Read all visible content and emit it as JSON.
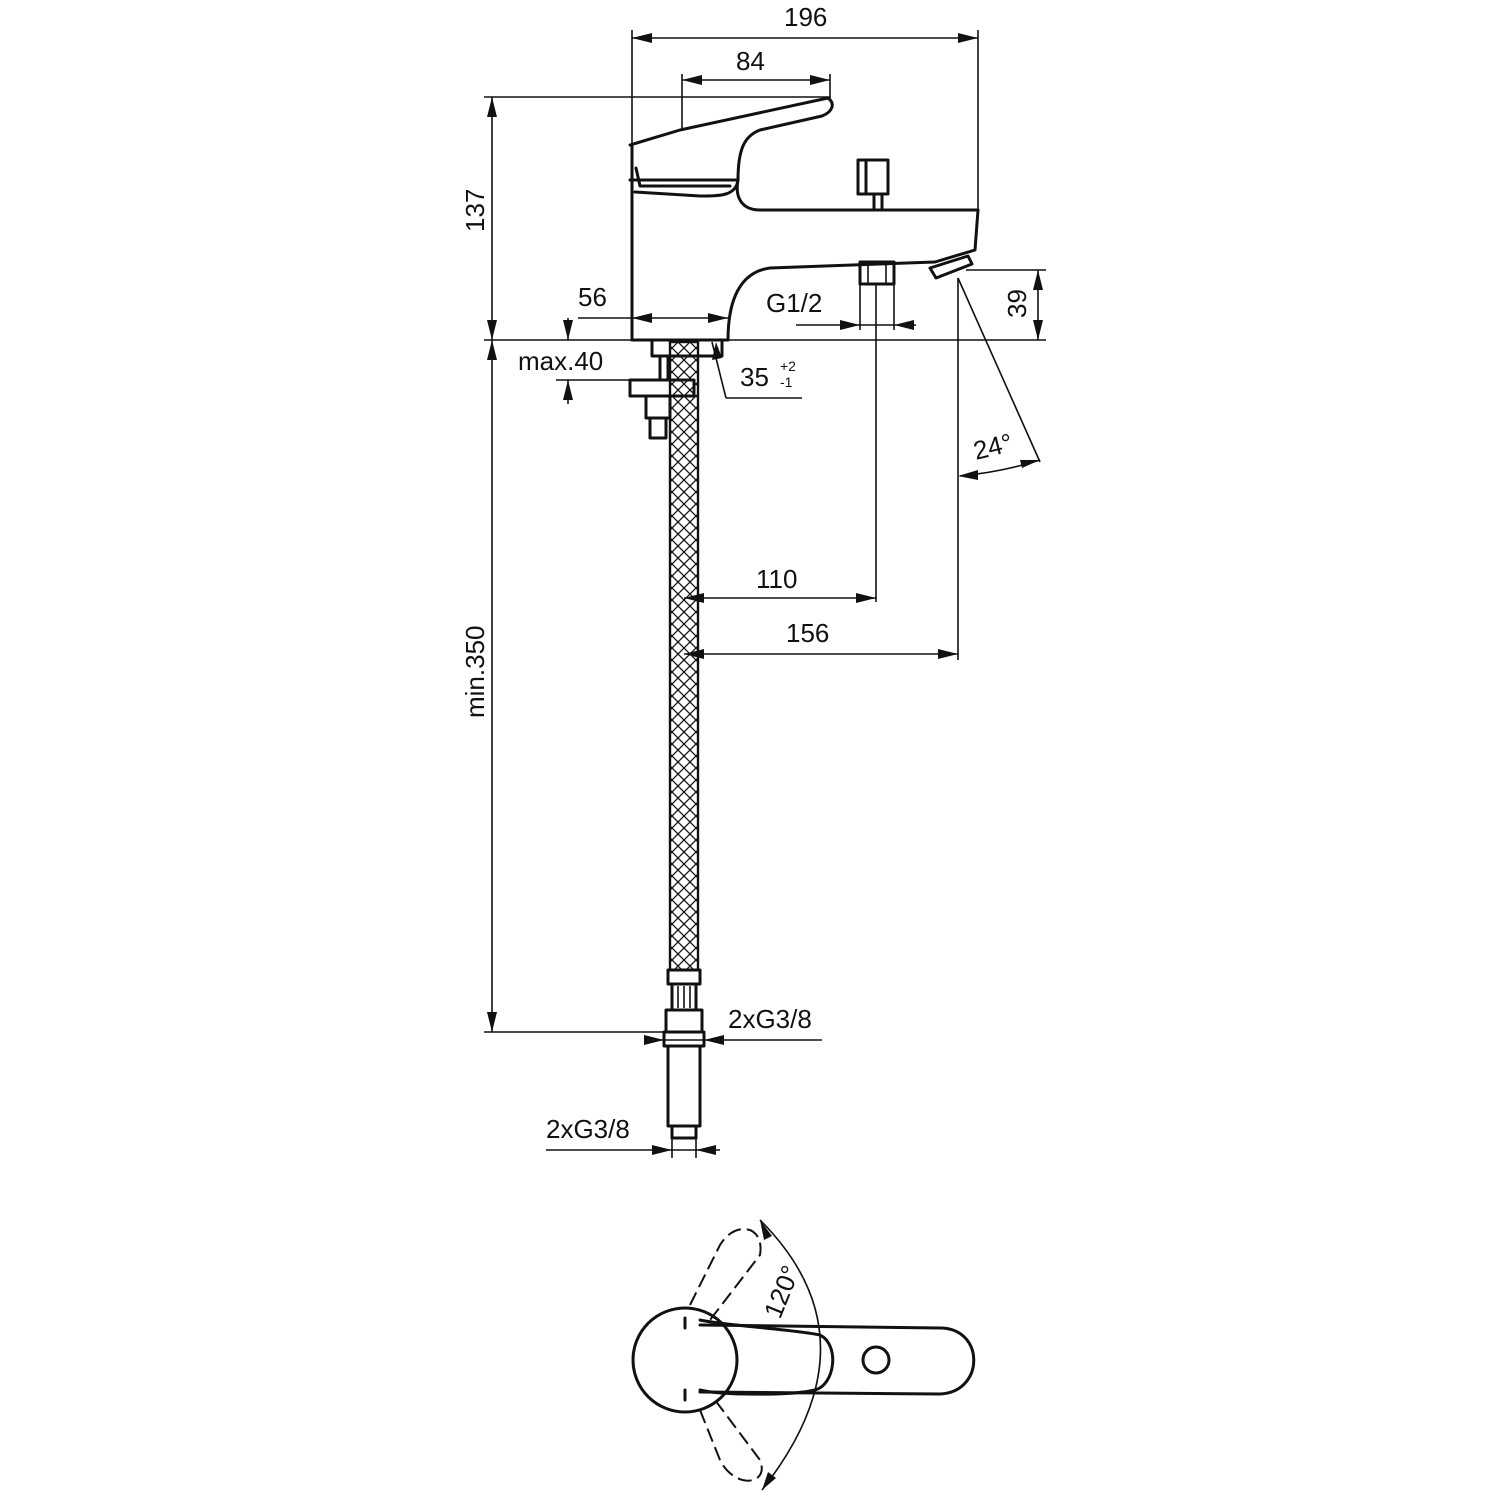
{
  "dimensions": {
    "overall_width": "196",
    "handle_length": "84",
    "height_above_deck": "137",
    "body_diameter": "56",
    "connection_thread": "G1/2",
    "spout_height": "39",
    "deck_thickness": "max.40",
    "hole_diameter": "35",
    "hole_tol_upper": "+2",
    "hole_tol_lower": "-1",
    "spout_angle": "24°",
    "connection_distance": "110",
    "spout_projection": "156",
    "hose_length": "min.350",
    "hose_thread_upper": "2xG3/8",
    "hose_thread_lower": "2xG3/8",
    "handle_rotation": "120°"
  }
}
